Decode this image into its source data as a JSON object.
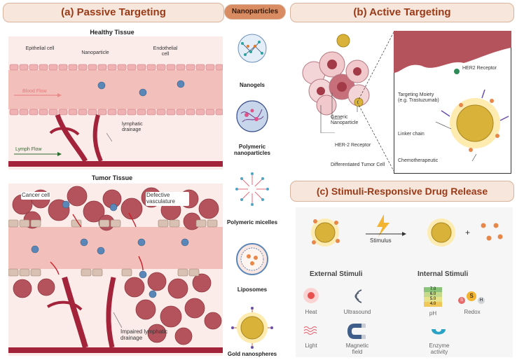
{
  "titles": {
    "passive": "(a) Passive Targeting",
    "nanoparticles": "Nanoparticles",
    "active": "(b) Active Targeting",
    "stimuli": "(c) Stimuli-Responsive Drug Release"
  },
  "passive": {
    "healthy_title": "Healthy Tissue",
    "epithelial": "Epithelial cell",
    "nanoparticle": "Nanoparticle",
    "endothelial": "Endothelial cell",
    "blood_flow": "Blood Flow",
    "lymph_flow": "Lymph Flow",
    "lymphatic_drainage": "lymphatic drainage",
    "tumor_title": "Tumor Tissue",
    "cancer_cell": "Cancer cell",
    "defective_vasculature": "Defective vasculature",
    "impaired_drainage": "Impaired lymphatic drainage"
  },
  "nanoparticles": {
    "nanogels": "Nanogels",
    "polymeric_np": "Polymeric nanoparticles",
    "micelles": "Polymeric micelles",
    "liposomes": "Liposomes",
    "gold": "Gold nanospheres"
  },
  "active": {
    "her2_receptor_top": "HER2 Receptor",
    "targeting_moiety": "Targeting Moiety (e.g. Trastuzumab)",
    "linker": "Linker chain",
    "chemo": "Chemotherapeutic",
    "generic_np": "Generic Nanoparticle",
    "her2_receptor": "HER-2 Receptor",
    "tumor_cell": "Differentiated Tumor Cell"
  },
  "stimuli": {
    "stimulus": "Stimulus",
    "plus": "+",
    "external_title": "External Stimuli",
    "internal_title": "Internal Stimuli",
    "heat": "Heat",
    "ultrasound": "Ultrasound",
    "light": "Light",
    "magnetic": "Magnetic field",
    "ph": "pH",
    "redox": "Redox",
    "enzyme": "Enzyme activity",
    "ph_values": [
      "7.0",
      "6.0",
      "5.0",
      "4.0"
    ],
    "redox_letters": [
      "S",
      "S",
      "H"
    ]
  },
  "colors": {
    "accent": "#9b3a16",
    "banner_bg": "#f6e6dc",
    "vessel": "#a3243a",
    "tissue": "#f3c9c6",
    "tumor_cell": "#b5535d",
    "gold": "#d9b23a"
  }
}
